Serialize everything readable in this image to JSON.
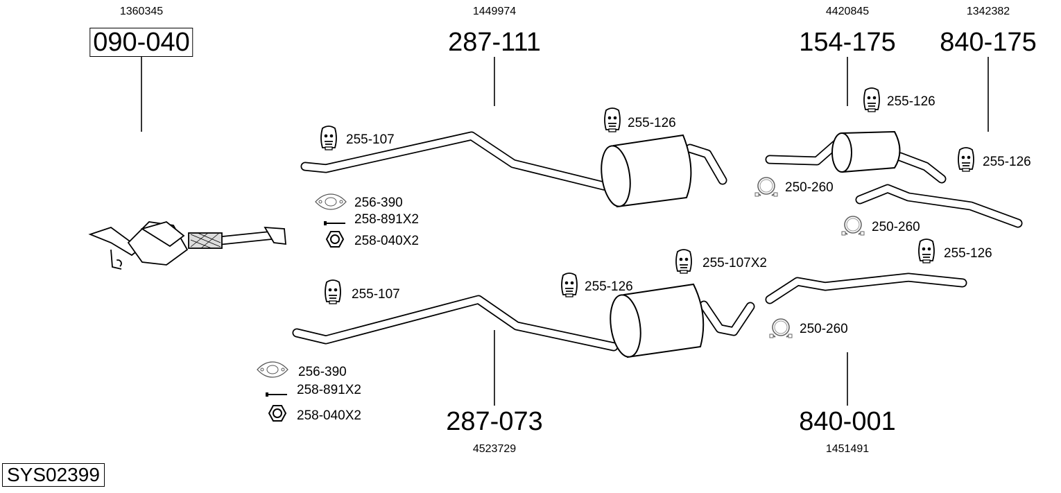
{
  "system_id": "SYS02399",
  "assemblies": [
    {
      "part_no": "090-040",
      "ref": "1360345",
      "boxed": true
    },
    {
      "part_no": "287-111",
      "ref": "1449974"
    },
    {
      "part_no": "154-175",
      "ref": "4420845"
    },
    {
      "part_no": "840-175",
      "ref": "1342382"
    },
    {
      "part_no": "287-073",
      "ref": "4523729"
    },
    {
      "part_no": "840-001",
      "ref": "1451491"
    }
  ],
  "fittings": [
    {
      "label": "255-107",
      "icon": "rubber-hanger-icon"
    },
    {
      "label": "256-390",
      "icon": "gasket-icon"
    },
    {
      "label": "258-891X2",
      "icon": "bolt-icon"
    },
    {
      "label": "258-040X2",
      "icon": "nut-icon"
    },
    {
      "label": "255-126",
      "icon": "rubber-hanger-icon"
    },
    {
      "label": "255-126",
      "icon": "rubber-hanger-icon"
    },
    {
      "label": "255-126",
      "icon": "rubber-hanger-icon"
    },
    {
      "label": "250-260",
      "icon": "clamp-icon"
    },
    {
      "label": "250-260",
      "icon": "clamp-icon"
    },
    {
      "label": "255-126",
      "icon": "rubber-hanger-icon"
    },
    {
      "label": "255-107X2",
      "icon": "rubber-hanger-icon"
    },
    {
      "label": "255-126",
      "icon": "rubber-hanger-icon"
    },
    {
      "label": "255-107",
      "icon": "rubber-hanger-icon"
    },
    {
      "label": "250-260",
      "icon": "clamp-icon"
    },
    {
      "label": "256-390",
      "icon": "gasket-icon"
    },
    {
      "label": "258-891X2",
      "icon": "bolt-icon"
    },
    {
      "label": "258-040X2",
      "icon": "nut-icon"
    }
  ]
}
